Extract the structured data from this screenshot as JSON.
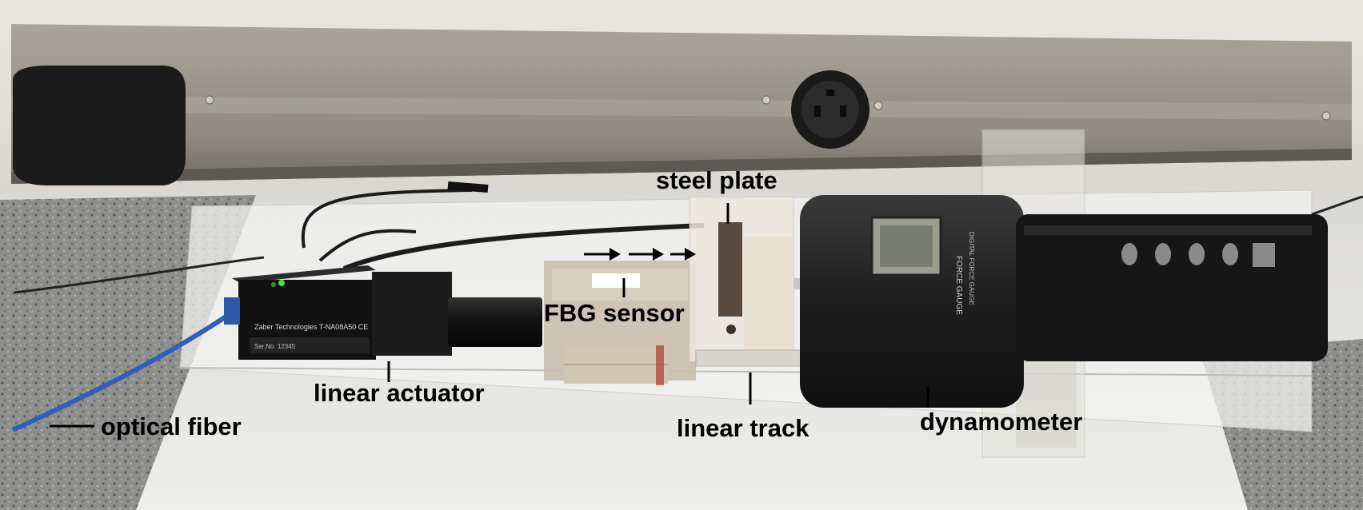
{
  "labels": {
    "steel_plate": "steel plate",
    "fbg_sensor": "FBG sensor",
    "linear_actuator": "linear actuator",
    "optical_fiber": "optical fiber",
    "linear_track": "linear track",
    "dynamometer": "dynamometer"
  },
  "device_markings": {
    "actuator_brand": "Zaber Technologies T-NA08A50  CE",
    "actuator_serial": "Ser.No. 12345",
    "dynamometer_top": "FORCE GAUGE",
    "dynamometer_side": "DIGITAL FORCE GAUGE"
  }
}
